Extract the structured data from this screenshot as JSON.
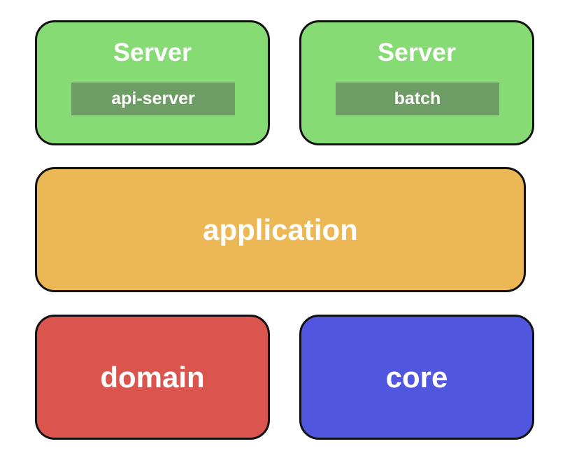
{
  "diagram": {
    "servers": [
      {
        "title": "Server",
        "module": "api-server"
      },
      {
        "title": "Server",
        "module": "batch"
      }
    ],
    "application": {
      "label": "application"
    },
    "bottom": [
      {
        "label": "domain"
      },
      {
        "label": "core"
      }
    ]
  },
  "colors": {
    "server_fill": "#86db74",
    "server_module_fill": "#6d9d64",
    "application_fill": "#ecb855",
    "domain_fill": "#d9554d",
    "core_fill": "#5057de",
    "border": "#111111",
    "text": "#ffffff"
  }
}
